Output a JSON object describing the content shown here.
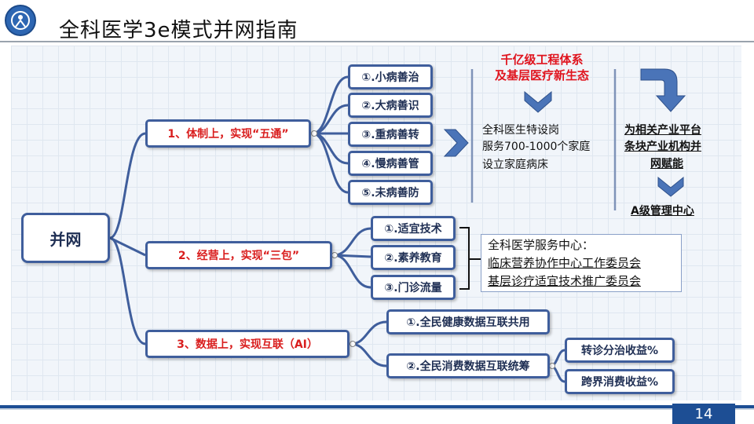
{
  "title": "全科医学3e模式并网指南",
  "root": "并网",
  "branch1": {
    "label": "1、体制上，实现“五通”",
    "items": [
      "①.小病善治",
      "②.大病善识",
      "③.重病善转",
      "④.慢病善管",
      "⑤.未病善防"
    ]
  },
  "branch2": {
    "label": "2、经营上，实现“三包”",
    "items": [
      "①.适宜技术",
      "②.素养教育",
      "③.门诊流量"
    ]
  },
  "branch3": {
    "label": "3、数据上，实现互联（AI）",
    "items": [
      "①.全民健康数据互联共用",
      "②.全民消费数据互联统筹"
    ],
    "sub": [
      "转诊分治收益%",
      "跨界消费收益%"
    ]
  },
  "right_top": {
    "red_line1": "千亿级工程体系",
    "red_line2": "及基层医疗新生态",
    "mid_lines": [
      "全科医生特设岗",
      "服务700-1000个家庭",
      "设立家庭病床"
    ],
    "far_lines": [
      "为相关产业平台",
      "条块产业机构并",
      "网赋能"
    ],
    "far_bottom": "A级管理中心"
  },
  "service_box": {
    "lines": [
      "全科医学服务中心：",
      "临床营养协作中心工作委员会",
      "基层诊疗适宜技术推广委员会"
    ]
  },
  "page_number": "14",
  "colors": {
    "box_border": "#3f5e9c",
    "connector": "#3f5e9c",
    "red_text": "#e0141e",
    "footer": "#1d4e94"
  }
}
